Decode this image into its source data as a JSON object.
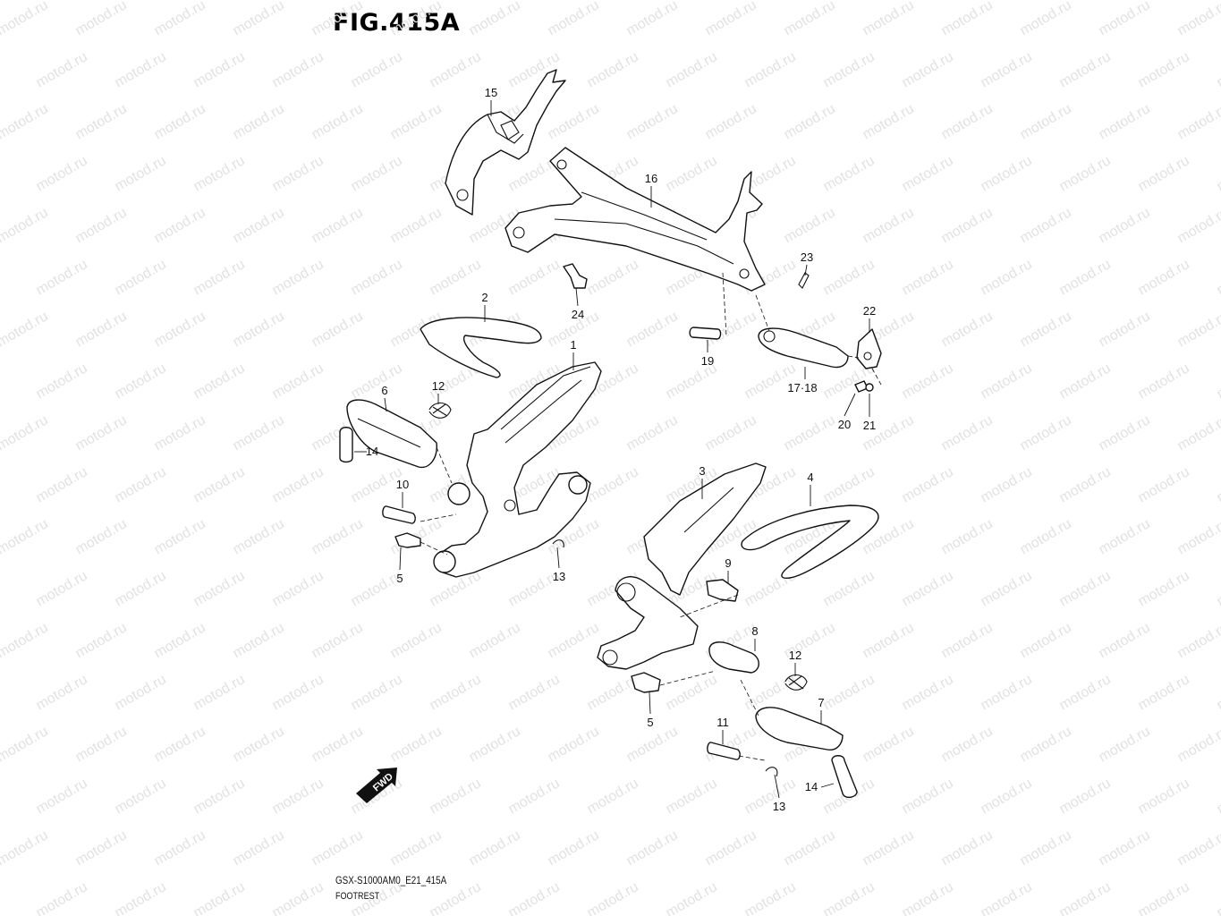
{
  "figure": {
    "title": "FIG.415A",
    "code": "GSX-S1000AM0_E21_415A",
    "name": "FOOTREST"
  },
  "watermark": "motod.ru",
  "fwd_label": "FWD",
  "callouts": [
    {
      "id": "c15",
      "label": "15"
    },
    {
      "id": "c16",
      "label": "16"
    },
    {
      "id": "c23",
      "label": "23"
    },
    {
      "id": "c24",
      "label": "24"
    },
    {
      "id": "c2",
      "label": "2"
    },
    {
      "id": "c22",
      "label": "22"
    },
    {
      "id": "c19",
      "label": "19"
    },
    {
      "id": "c1",
      "label": "1"
    },
    {
      "id": "c1718",
      "label": "17·18"
    },
    {
      "id": "c6",
      "label": "6"
    },
    {
      "id": "c12a",
      "label": "12"
    },
    {
      "id": "c20",
      "label": "20"
    },
    {
      "id": "c21",
      "label": "21"
    },
    {
      "id": "c14a",
      "label": "14"
    },
    {
      "id": "c3",
      "label": "3"
    },
    {
      "id": "c4",
      "label": "4"
    },
    {
      "id": "c10",
      "label": "10"
    },
    {
      "id": "c9",
      "label": "9"
    },
    {
      "id": "c5a",
      "label": "5"
    },
    {
      "id": "c13a",
      "label": "13"
    },
    {
      "id": "c8",
      "label": "8"
    },
    {
      "id": "c12b",
      "label": "12"
    },
    {
      "id": "c7",
      "label": "7"
    },
    {
      "id": "c5b",
      "label": "5"
    },
    {
      "id": "c11",
      "label": "11"
    },
    {
      "id": "c14b",
      "label": "14"
    },
    {
      "id": "c13b",
      "label": "13"
    }
  ]
}
